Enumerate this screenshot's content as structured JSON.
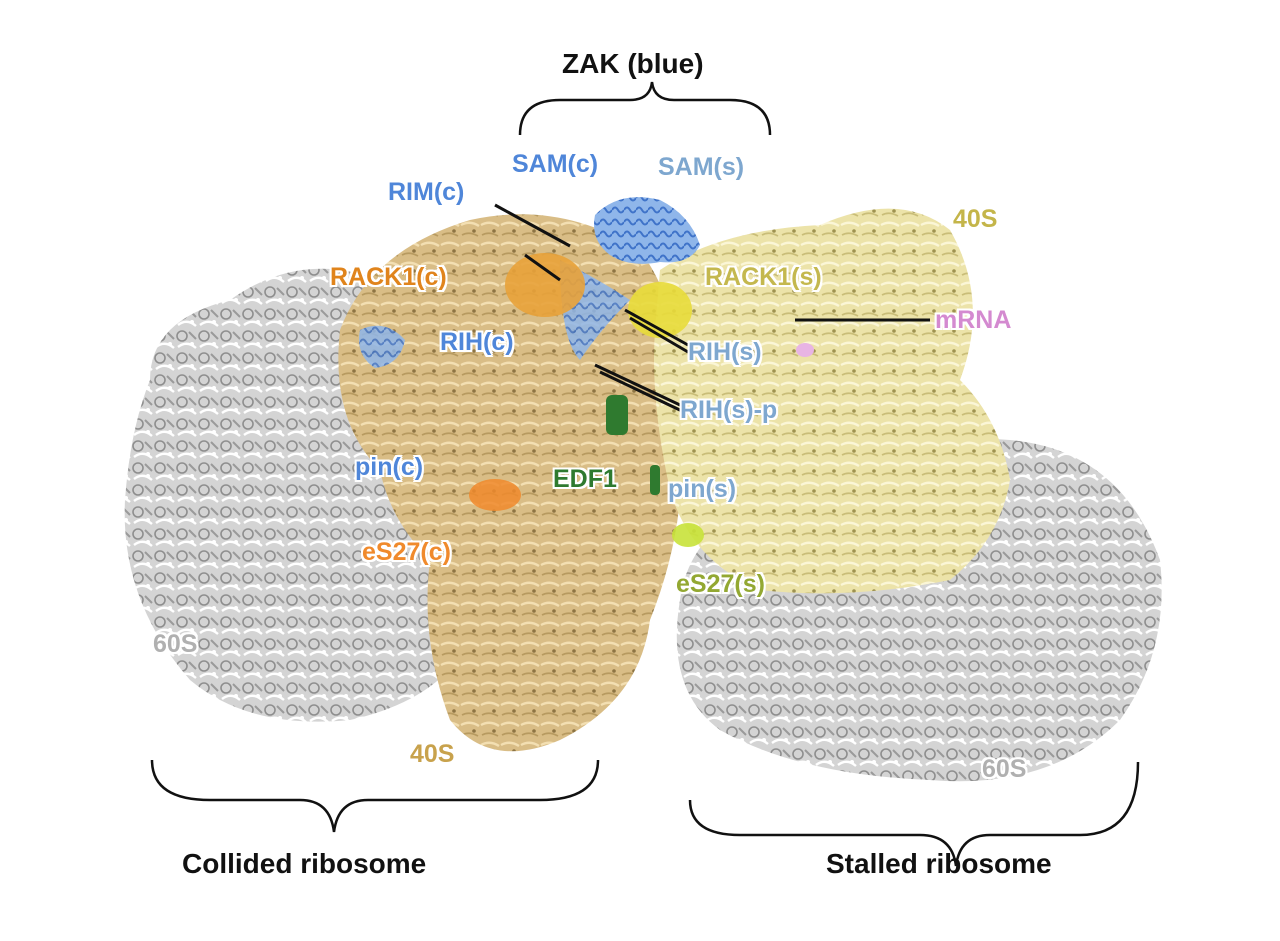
{
  "title": "ZAK (blue)",
  "groups": {
    "collided": "Collided ribosome",
    "stalled": "Stalled ribosome"
  },
  "labels": {
    "sam_c": "SAM(c)",
    "sam_s": "SAM(s)",
    "rim_c": "RIM(c)",
    "rack1_c": "RACK1(c)",
    "rih_c": "RIH(c)",
    "pin_c": "pin(c)",
    "es27_c": "eS27(c)",
    "sixty_c": "60S",
    "forty_c": "40S",
    "edf1": "EDF1",
    "forty_s": "40S",
    "rack1_s": "RACK1(s)",
    "mrna": "mRNA",
    "rih_s": "RIH(s)",
    "rih_s_p": "RIH(s)-p",
    "pin_s": "pin(s)",
    "es27_s": "eS27(s)",
    "sixty_s": "60S"
  },
  "colors": {
    "zak_c": "#4f86d9",
    "zak_s": "#7ea7cf",
    "rack1_c": "#e0841c",
    "es27_c": "#f08a2c",
    "forty_c": "#c8a24c",
    "edf1": "#2f7a2f",
    "forty_s": "#c4b54a",
    "rack1_s": "#c4b84e",
    "mrna": "#d48ad0",
    "es27_s": "#93a832",
    "sixty": "#b0b0b0",
    "text": "#111111"
  }
}
